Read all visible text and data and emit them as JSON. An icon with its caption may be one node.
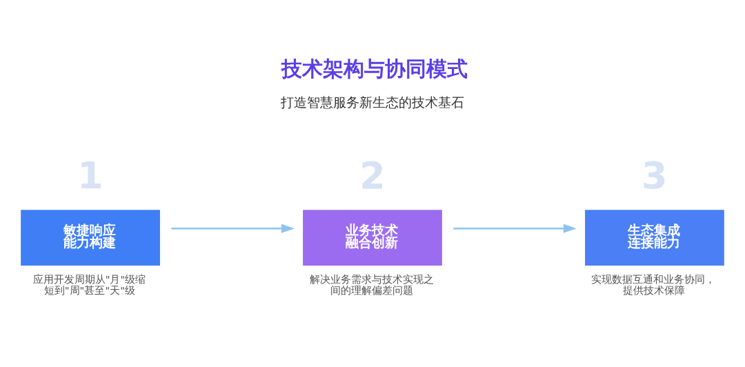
{
  "diagram": {
    "title": "技术架构与协同模式",
    "nodes": [
      {
        "text": [
          "敏捷响应能力构建"
        ],
        "beside": [
          "1",
          "应用开发周期从\"月\"级缩短到\"周\"甚至\"天\"级"
        ]
      },
      {
        "text": [
          "业务技术融合创新"
        ],
        "beside": [
          "2",
          "解决业务需求与技术实现之间的理解偏差问题"
        ]
      },
      {
        "text": [
          "生态集成连接能力"
        ],
        "beside": [
          "3",
          "实现数据互通和业务协同，提供技术保障"
        ]
      }
    ],
    "edges": [
      {
        "from": 0,
        "to": 1,
        "arrow": "to"
      },
      {
        "from": 1,
        "to": 2,
        "arrow": "to"
      }
    ],
    "labels": [
      "打造智慧服务新生态的技术基石"
    ]
  }
}
